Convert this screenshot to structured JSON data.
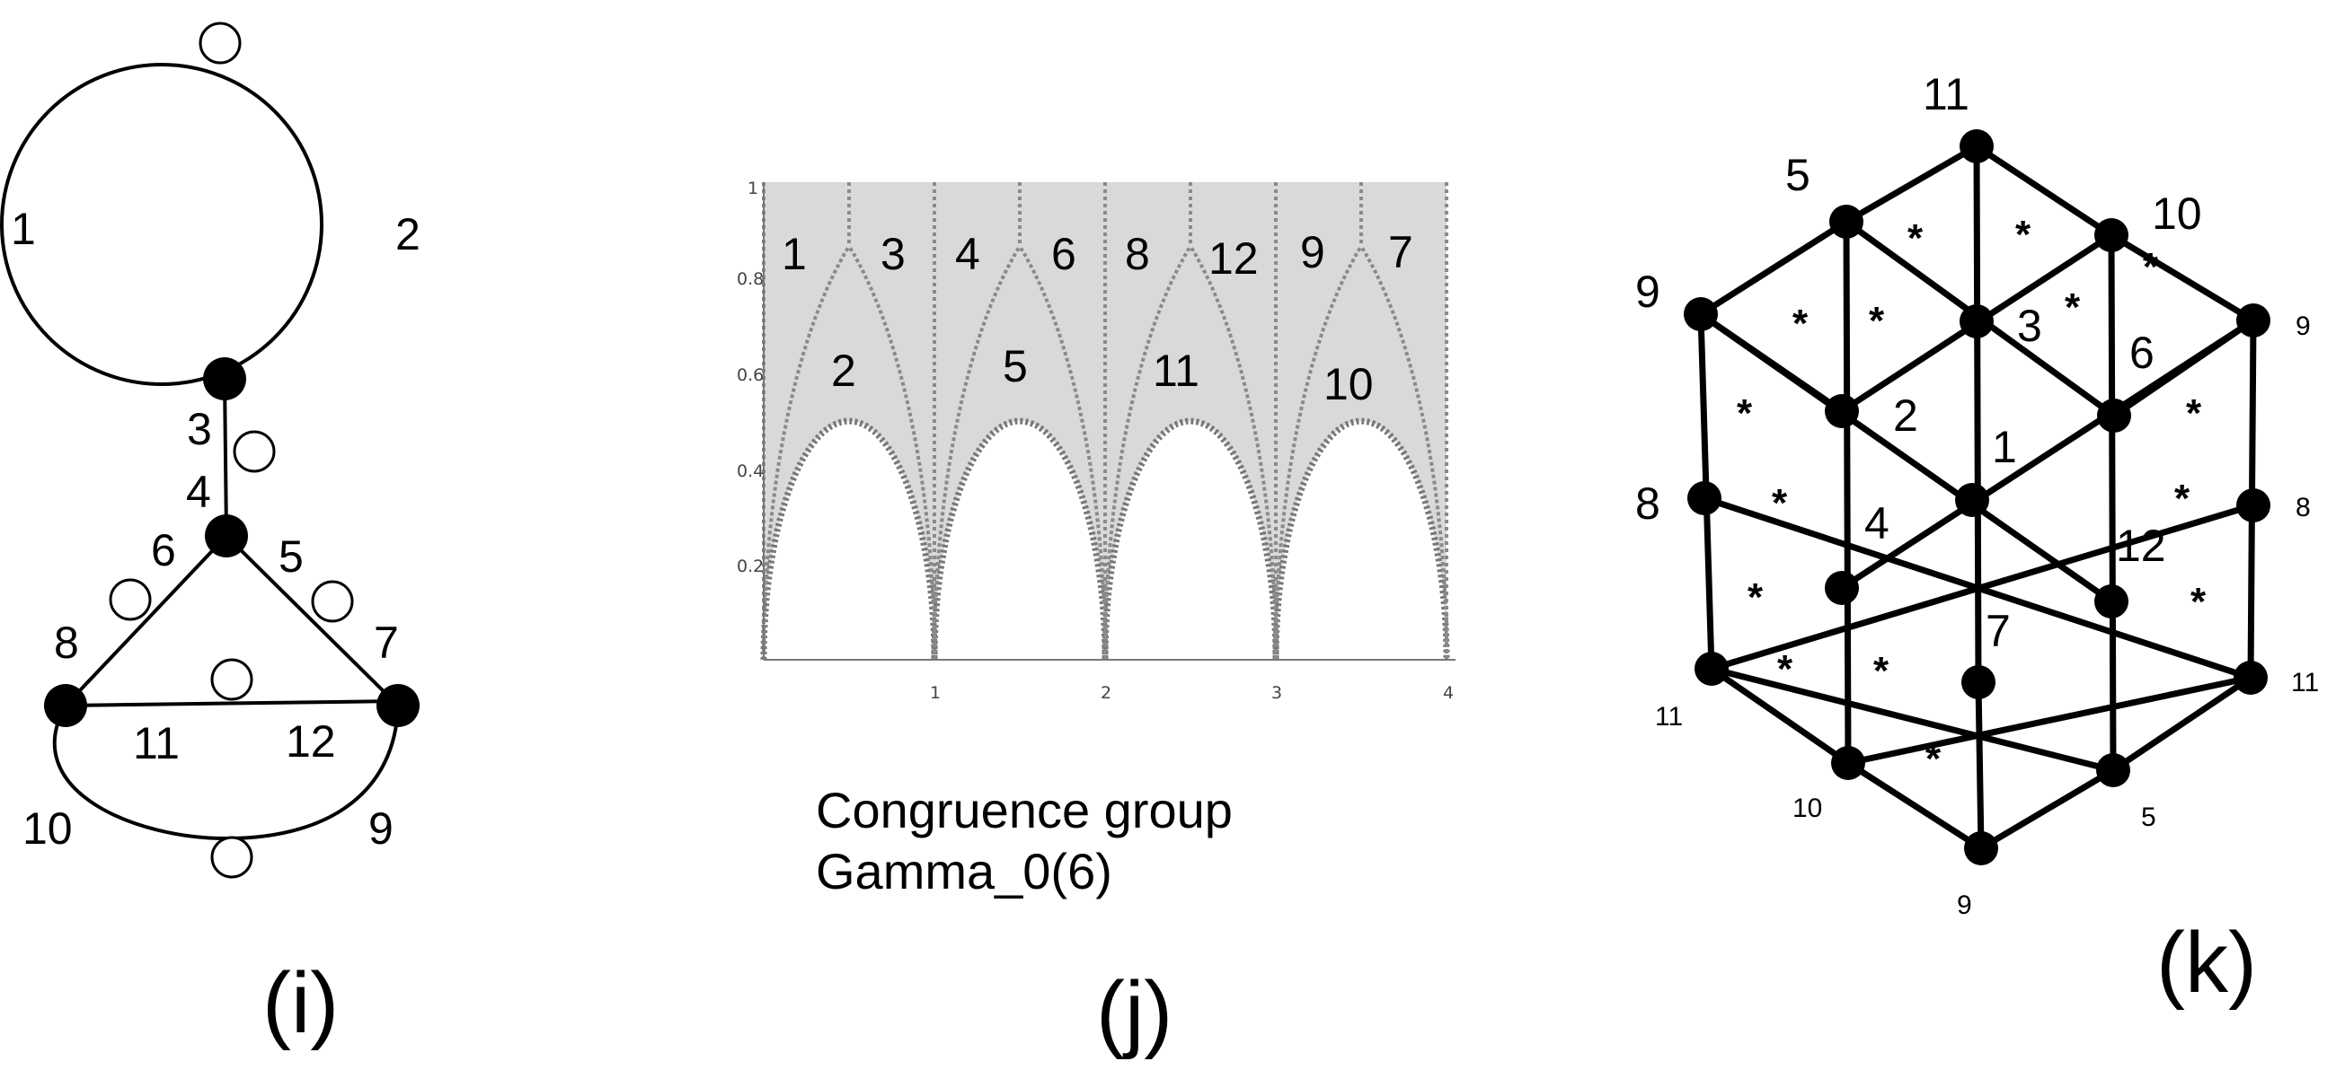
{
  "panel_i": {
    "letter": "(i)",
    "edge_labels": [
      "1",
      "2",
      "3",
      "4",
      "5",
      "6",
      "7",
      "8",
      "9",
      "10",
      "11",
      "12"
    ]
  },
  "panel_j": {
    "letter": "(j)",
    "caption_line1": "Congruence group",
    "caption_line2": "Gamma_0(6)",
    "y_ticks": [
      "1",
      "0.8",
      "0.6",
      "0.4",
      "0.2"
    ],
    "x_ticks": [
      "1",
      "2",
      "3",
      "4"
    ],
    "region_labels": [
      "1",
      "3",
      "4",
      "6",
      "8",
      "12",
      "9",
      "7",
      "2",
      "5",
      "11",
      "10"
    ],
    "colors": {
      "fill": "#d9d9d9",
      "arc": "#8a8a8a"
    }
  },
  "panel_k": {
    "letter": "(k)",
    "inner_labels": [
      "1",
      "2",
      "3",
      "4",
      "6",
      "7",
      "12"
    ],
    "outer_labels": [
      "11",
      "5",
      "10",
      "9",
      "9",
      "8",
      "8",
      "11",
      "11",
      "10",
      "5",
      "9"
    ],
    "star": "*"
  }
}
